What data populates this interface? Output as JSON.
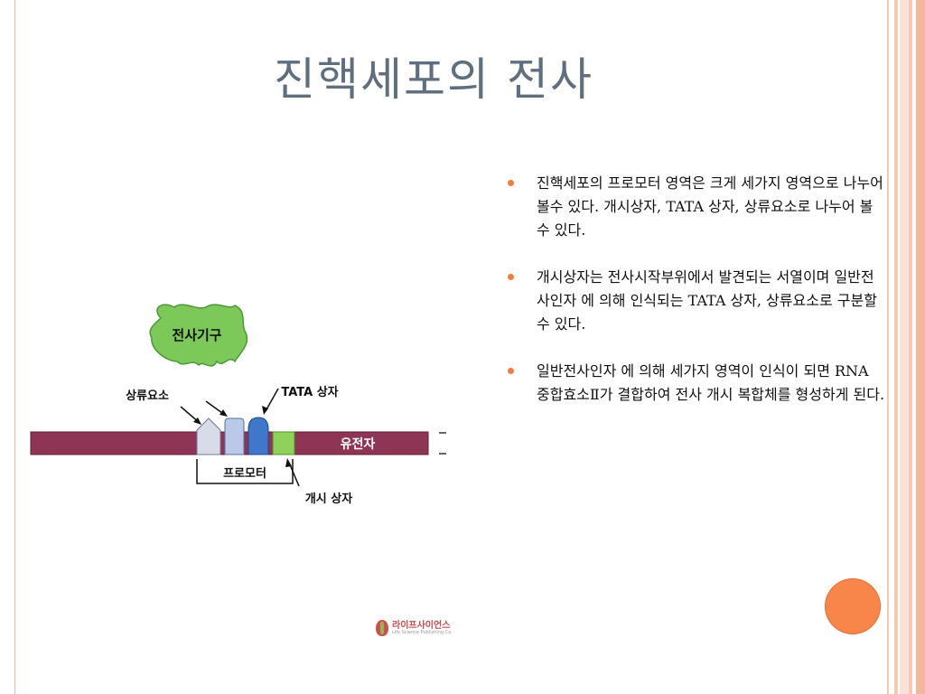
{
  "slide": {
    "title": "진핵세포의 전사",
    "bullets": [
      " 진핵세포의 프로모터 영역은 크게 세가지 영역으로 나누어 볼수 있다. 개시상자, TATA 상자, 상류요소로 나누어 볼수 있다.",
      "개시상자는 전사시작부위에서 발견되는 서열이며 일반전사인자 에 의해 인식되는 TATA 상자, 상류요소로 구분할수 있다.",
      "일반전사인자 에 의해 세가지 영역이 인식이 되면 RNA 중합효소Ⅱ가 결합하여 전사 개시 복합체를 형성하게 된다."
    ],
    "bullet_color": "#f07d3f"
  },
  "diagram": {
    "complex_label": "전사기구",
    "upstream_label": "상류요소",
    "tata_label": "TATA 상자",
    "gene_label": "유전자",
    "promoter_label": "프로모터",
    "initiator_label": "개시 상자",
    "dna_color": "#8e3556",
    "complex_color": "#7cc95a"
  },
  "logo": {
    "name": "라이프사이언스",
    "subtitle": "Life Science Publishing Co."
  },
  "theme": {
    "accent": "#f8864b",
    "title_color": "#5f6f80"
  }
}
